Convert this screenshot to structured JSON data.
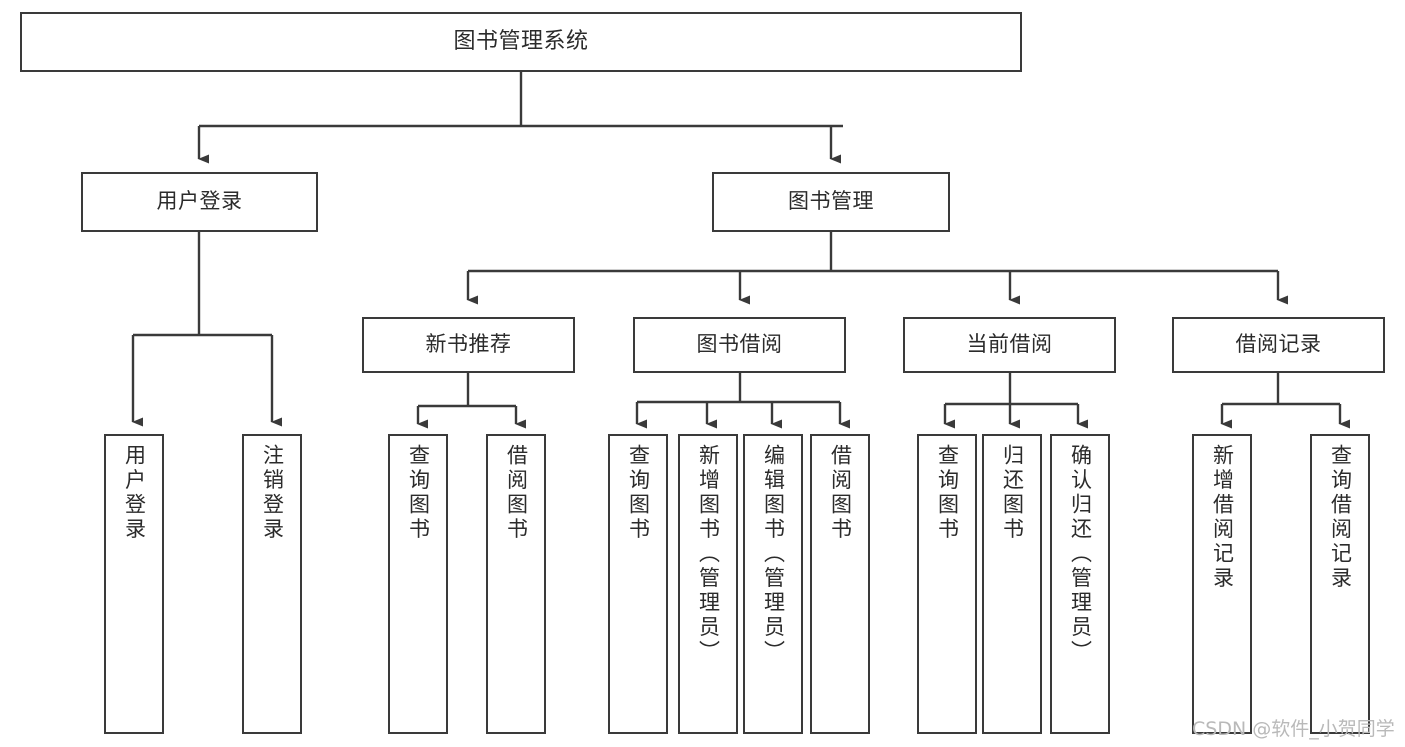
{
  "diagram": {
    "title": "图书管理系统",
    "type": "tree-hierarchy-chart",
    "colors": {
      "stroke": "#3a3a3a",
      "fill": "#ffffff",
      "text": "#2b2b2b",
      "watermark": "#b9b9b9"
    }
  },
  "watermark": {
    "text": "CSDN @软件_小贺同学"
  },
  "nodes": {
    "root": {
      "label": "图书管理系统"
    },
    "level1": [
      {
        "label": "用户登录"
      },
      {
        "label": "图书管理"
      }
    ],
    "level2": [
      {
        "label": "新书推荐"
      },
      {
        "label": "图书借阅"
      },
      {
        "label": "当前借阅"
      },
      {
        "label": "借阅记录"
      }
    ],
    "leaves_user_login": [
      {
        "label": "用户登录"
      },
      {
        "label": "注销登录"
      }
    ],
    "leaves_new_book": [
      {
        "label": "查询图书"
      },
      {
        "label": "借阅图书"
      }
    ],
    "leaves_borrow": [
      {
        "label": "查询图书"
      },
      {
        "label": "新增图书（管理员）"
      },
      {
        "label": "编辑图书（管理员）"
      },
      {
        "label": "借阅图书"
      }
    ],
    "leaves_current": [
      {
        "label": "查询图书"
      },
      {
        "label": "归还图书"
      },
      {
        "label": "确认归还（管理员）"
      }
    ],
    "leaves_records": [
      {
        "label": "新增借阅记录"
      },
      {
        "label": "查询借阅记录"
      }
    ]
  }
}
